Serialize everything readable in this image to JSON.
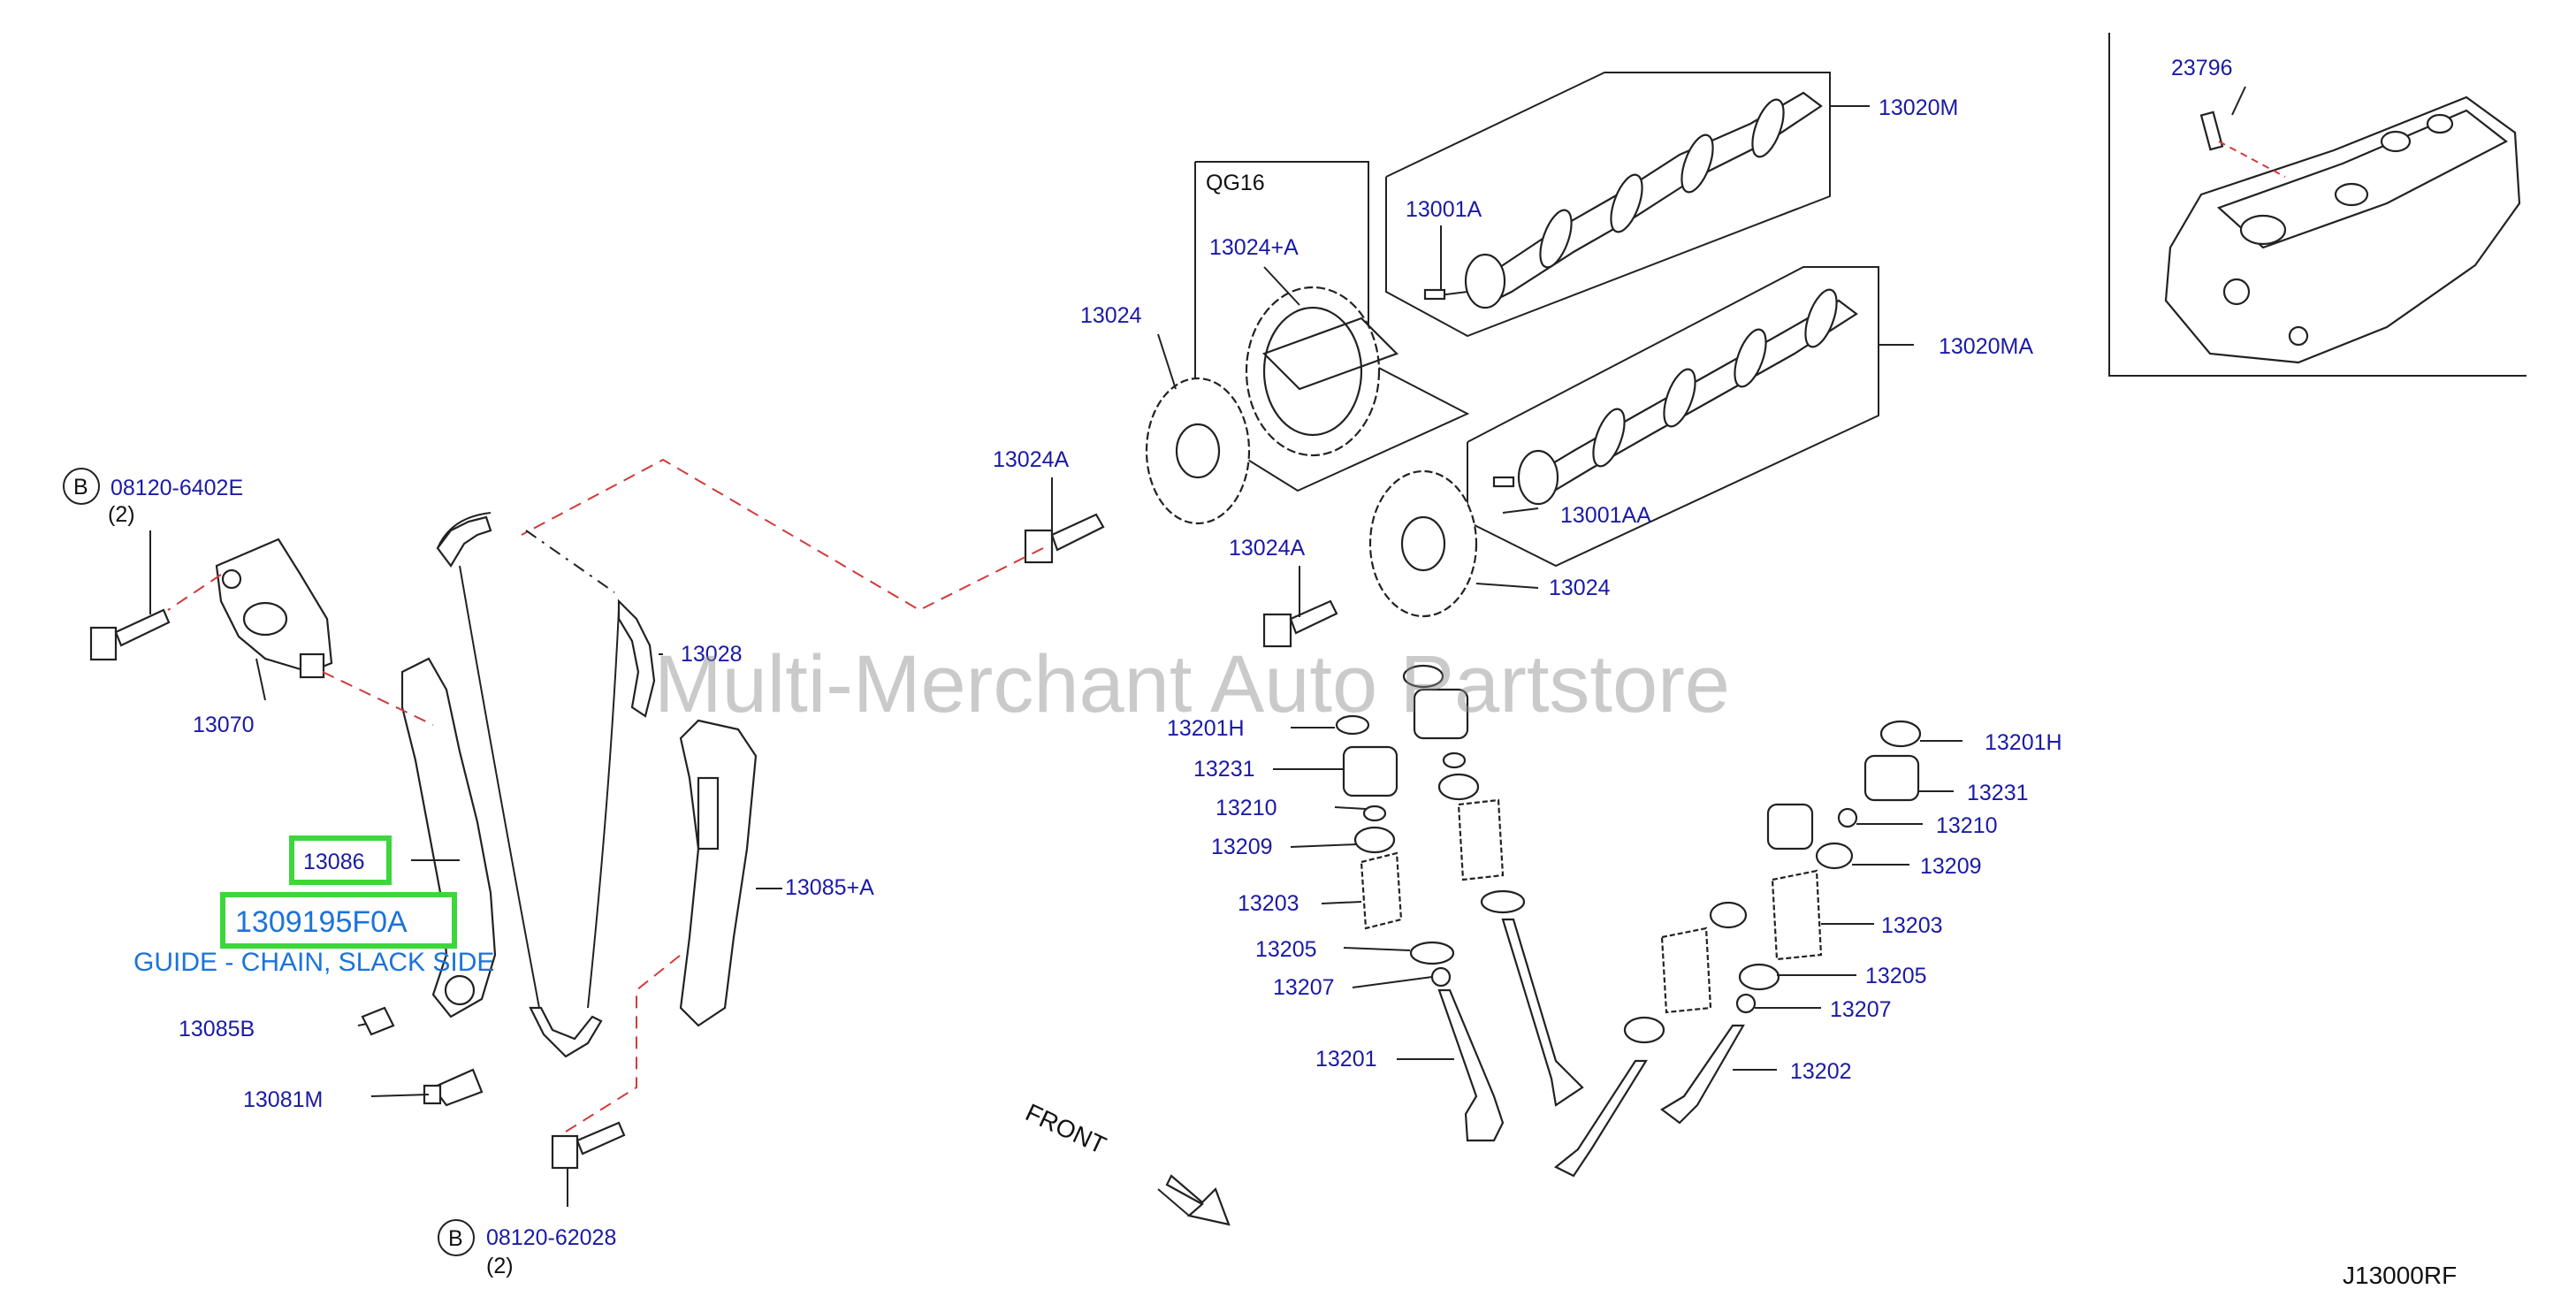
{
  "watermark": "Multi-Merchant Auto Partstore",
  "diagram_id": "J13000RF",
  "qg_box_label": "QG16",
  "front_label": "FRONT",
  "highlight": {
    "part_code": "13086",
    "part_number": "1309195F0A",
    "description": "GUIDE - CHAIN, SLACK SIDE"
  },
  "callouts": {
    "c23796": "23796",
    "c13020M": "13020M",
    "c13001A": "13001A",
    "c13024pA": "13024+A",
    "c13024_top": "13024",
    "c13020MA": "13020MA",
    "c13024A_top": "13024A",
    "c13001AA": "13001AA",
    "c13024A_mid": "13024A",
    "c13024_mid": "13024",
    "c08120_6402E": "08120-6402E",
    "qty1": "(2)",
    "c13070": "13070",
    "c13028": "13028",
    "c13085pA": "13085+A",
    "c13085B": "13085B",
    "c13081M": "13081M",
    "c08120_62028": "08120-62028",
    "qty2": "(2)",
    "bolt_b1": "B",
    "bolt_b2": "B",
    "L13201H": "13201H",
    "L13231": "13231",
    "L13210": "13210",
    "L13209": "13209",
    "L13203": "13203",
    "L13205": "13205",
    "L13207": "13207",
    "L13201": "13201",
    "R13201H": "13201H",
    "R13231": "13231",
    "R13210": "13210",
    "R13209": "13209",
    "R13203": "13203",
    "R13205": "13205",
    "R13207": "13207",
    "R13202": "13202"
  }
}
